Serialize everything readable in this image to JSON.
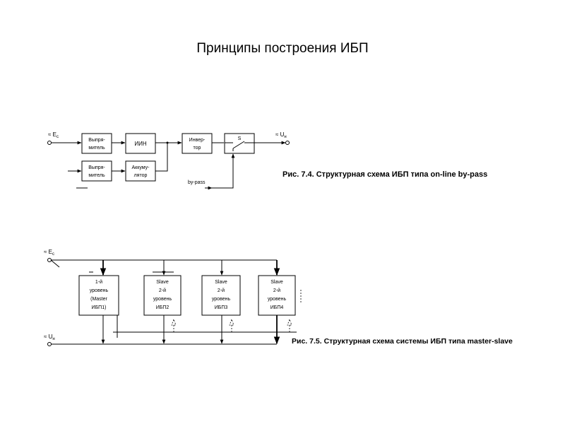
{
  "page": {
    "title": "Принципы построения ИБП"
  },
  "fig74": {
    "input_label": "≈ E",
    "input_sub": "c",
    "output_label": "≈ U",
    "output_sub": "н",
    "rect1": [
      "Выпря-",
      "митель"
    ],
    "rect2": [
      "Выпря-",
      "митель"
    ],
    "ion": "ИИН",
    "battery": [
      "Аккуму-",
      "лятор"
    ],
    "inverter": [
      "Инвер-",
      "тор"
    ],
    "switch": "S",
    "bypass": "by-pass",
    "caption": "Рис. 7.4. Структурная схема ИБП типа on-line by-pass"
  },
  "fig75": {
    "input_label": "≈ E",
    "input_sub": "c",
    "output_label": "≈ U",
    "output_sub": "н",
    "ups1": [
      "1-й",
      "уровень",
      "(Master",
      "ИБП1)"
    ],
    "ups2": [
      "Slave",
      "2-й",
      "уровень",
      "ИБП2"
    ],
    "ups3": [
      "Slave",
      "2-й",
      "уровень",
      "ИБП3"
    ],
    "ups4": [
      "Slave",
      "2-й",
      "уровень",
      "ИБП4"
    ],
    "caption": "Рис. 7.5. Структурная схема системы ИБП типа master-slave"
  }
}
